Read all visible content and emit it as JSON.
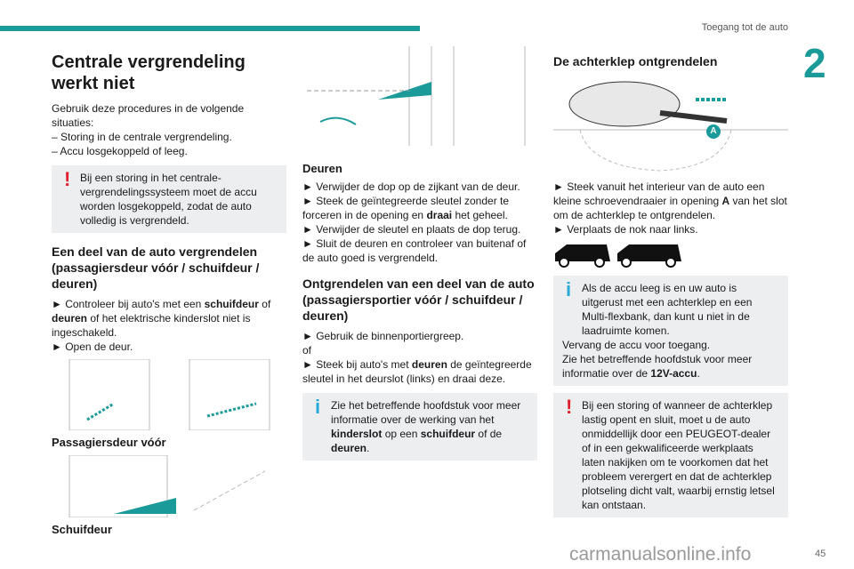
{
  "header": {
    "running_title": "Toegang tot de auto",
    "chapter": "2",
    "page": "45"
  },
  "col1": {
    "title": "Centrale vergrendeling werkt niet",
    "intro": "Gebruik deze procedures in de volgende situaties:",
    "bullets": [
      "– Storing in de centrale vergrendeling.",
      "– Accu losgekoppeld of leeg."
    ],
    "warning": "Bij een storing in het centrale-vergrendelingssysteem moet de accu worden losgekoppeld, zodat de auto volledig is vergrendeld.",
    "h2": "Een deel van de auto vergrendelen (passagiersdeur vóór / schuifdeur / deuren)",
    "step1_a": "► Controleer bij auto's met een ",
    "step1_b": "schuifdeur",
    "step1_c": " of ",
    "step1_d": "deuren",
    "step1_e": " of het elektrische kinderslot niet is ingeschakeld.",
    "step2": "► Open de deur.",
    "caption1": "Passagiersdeur vóór",
    "caption2": "Schuifdeur"
  },
  "col2": {
    "h3": "Deuren",
    "steps": [
      "► Verwijder de dop op de zijkant van de deur.",
      "► Steek de geïntegreerde sleutel zonder te forceren in de opening en ",
      "draai",
      " het geheel.",
      "► Verwijder de sleutel en plaats de dop terug.",
      "► Sluit de deuren en controleer van buitenaf of de auto goed is vergrendeld."
    ],
    "h2": "Ontgrendelen van een deel van de auto (passagiersportier vóór / schuifdeur / deuren)",
    "s1": "► Gebruik de binnenportiergreep.",
    "of": "of",
    "s2a": "► Steek bij auto's met ",
    "s2b": "deuren",
    "s2c": " de geïntegreerde sleutel in het deurslot (links) en draai deze.",
    "info_a": "Zie het betreffende hoofdstuk voor meer informatie over de werking van het ",
    "info_b": "kinderslot",
    "info_c": " op een ",
    "info_d": "schuifdeur",
    "info_e": " of de ",
    "info_f": "deuren",
    "info_g": "."
  },
  "col3": {
    "title": "De achterklep ontgrendelen",
    "label_a": "A",
    "s1a": "► Steek vanuit het interieur van de auto een kleine schroevendraaier in opening ",
    "s1b": "A",
    "s1c": " van het slot om de achterklep te ontgrendelen.",
    "s2": "► Verplaats de nok naar links.",
    "info1": "Als de accu leeg is en uw auto is uitgerust met een achterklep en een Multi-flexbank, dan kunt u niet in de laadruimte komen.",
    "info2": "Vervang de accu voor toegang.",
    "info3a": "Zie het betreffende hoofdstuk voor meer informatie over de ",
    "info3b": "12V-accu",
    "info3c": ".",
    "warning": "Bij een storing of wanneer de achterklep lastig opent en sluit, moet u de auto onmiddellijk door een PEUGEOT-dealer of in een gekwalificeerde werkplaats laten nakijken om te voorkomen dat het probleem verergert en dat de achterklep plotseling dicht valt, waarbij ernstig letsel kan ontstaan."
  },
  "watermark": "carmanualsonline.info"
}
